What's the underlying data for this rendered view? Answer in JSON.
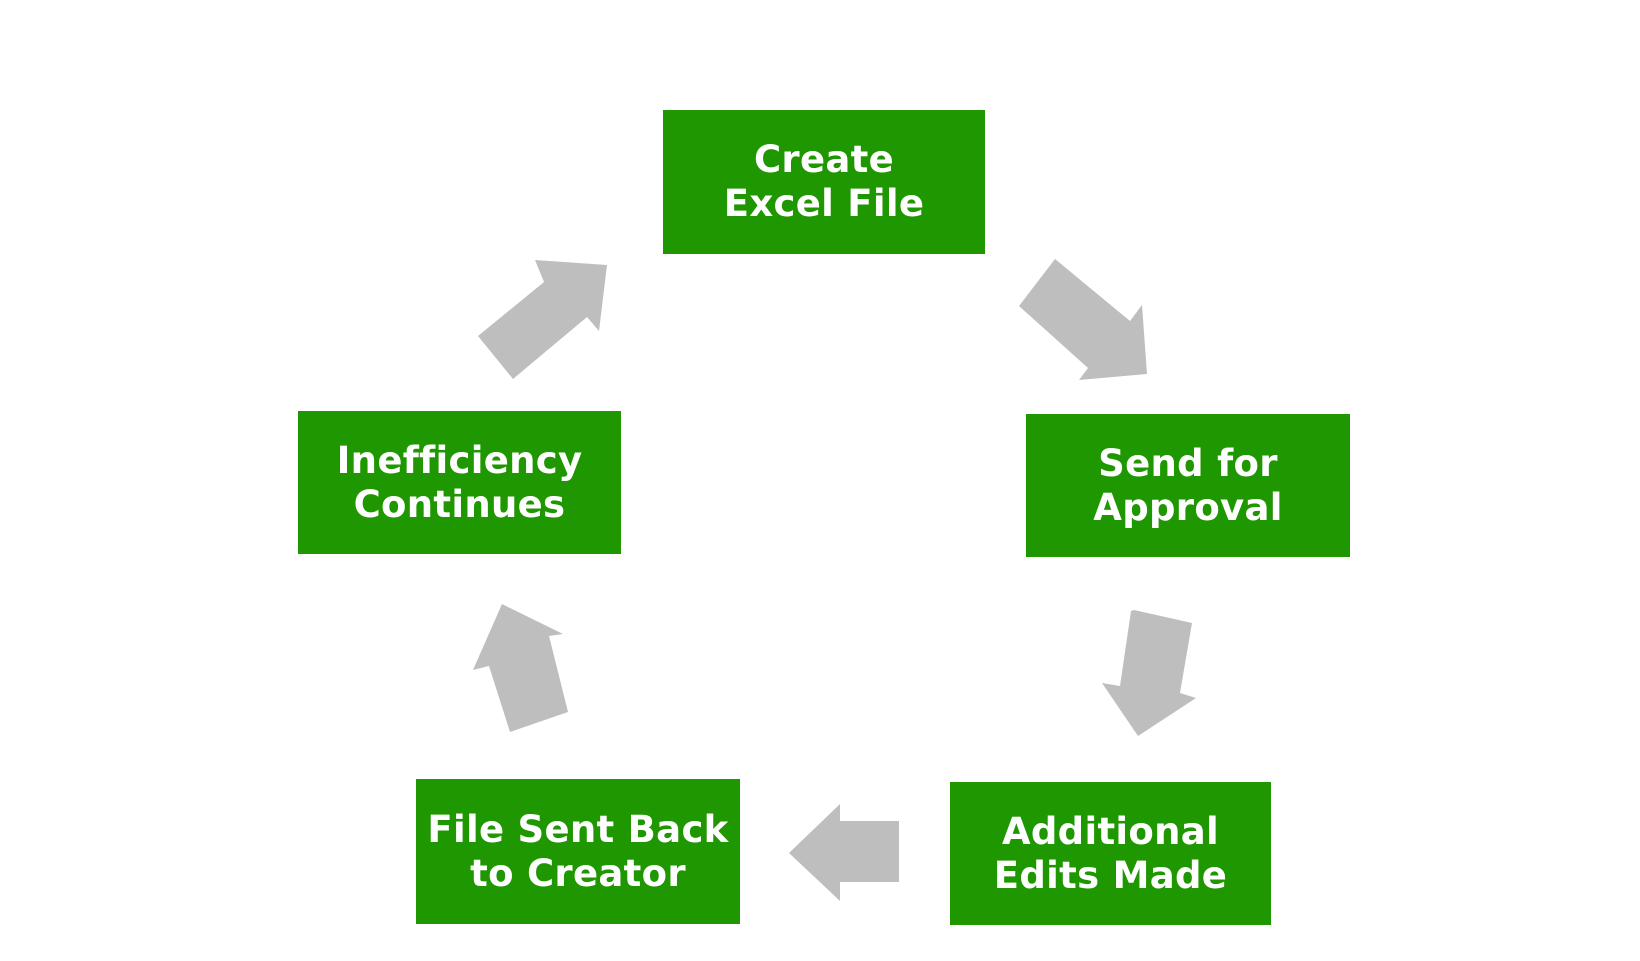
{
  "diagram": {
    "colors": {
      "box_fill": "#1f9700",
      "box_text": "#ffffff",
      "arrow_fill": "#bebebe",
      "background": "#ffffff"
    },
    "steps": [
      {
        "id": "create",
        "lines": [
          "Create",
          "Excel File"
        ]
      },
      {
        "id": "send",
        "lines": [
          "Send for",
          "Approval"
        ]
      },
      {
        "id": "additional",
        "lines": [
          "Additional",
          "Edits Made"
        ]
      },
      {
        "id": "sentback",
        "lines": [
          "File Sent Back",
          "to Creator"
        ]
      },
      {
        "id": "ineff",
        "lines": [
          "Inefficiency",
          "Continues"
        ]
      }
    ],
    "flow": [
      {
        "from": "Create Excel File",
        "to": "Send for Approval"
      },
      {
        "from": "Send for Approval",
        "to": "Additional Edits Made"
      },
      {
        "from": "Additional Edits Made",
        "to": "File Sent Back to Creator"
      },
      {
        "from": "File Sent Back to Creator",
        "to": "Inefficiency Continues"
      },
      {
        "from": "Inefficiency Continues",
        "to": "Create Excel File"
      }
    ]
  }
}
